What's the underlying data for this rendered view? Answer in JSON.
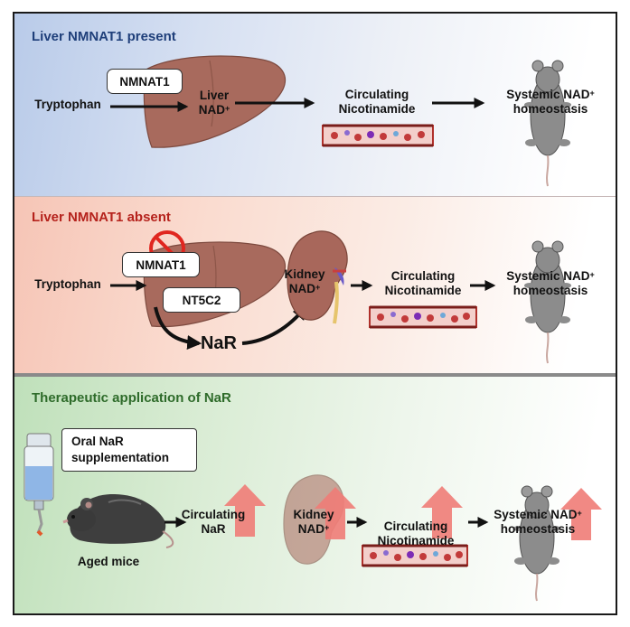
{
  "panel_present": {
    "heading": "Liver NMNAT1 present",
    "tryptophan": "Tryptophan",
    "enzyme": "NMNAT1",
    "liver_line1": "Liver",
    "liver_line2": "NAD",
    "circ_line1": "Circulating",
    "circ_line2": "Nicotinamide",
    "systemic_line1": "Systemic NAD",
    "systemic_line2": "homeostasis"
  },
  "panel_absent": {
    "heading": "Liver NMNAT1 absent",
    "tryptophan": "Tryptophan",
    "enzyme_blocked": "NMNAT1",
    "enzyme_alt": "NT5C2",
    "product": "NaR",
    "kidney_line1": "Kidney",
    "kidney_line2": "NAD",
    "circ_line1": "Circulating",
    "circ_line2": "Nicotinamide",
    "systemic_line1": "Systemic NAD",
    "systemic_line2": "homeostasis"
  },
  "panel_therapy": {
    "heading": "Therapeutic application of NaR",
    "supplement_line1": "Oral NaR",
    "supplement_line2": "supplementation",
    "mice_label": "Aged mice",
    "circ_nar_line1": "Circulating",
    "circ_nar_line2": "NaR",
    "kidney_line1": "Kidney",
    "kidney_line2": "NAD",
    "circ_line1": "Circulating",
    "circ_line2": "Nicotinamide",
    "systemic_line1": "Systemic NAD",
    "systemic_line2": "homeostasis"
  },
  "superscript": "+",
  "colors": {
    "heading_present": "#1f3f7a",
    "heading_absent": "#b5221c",
    "heading_therapy": "#2e6b2a",
    "liver": "#a86a5d",
    "kidney": "#a8675b",
    "increase_arrow": "#f07c77",
    "block_symbol": "#e0261f"
  }
}
